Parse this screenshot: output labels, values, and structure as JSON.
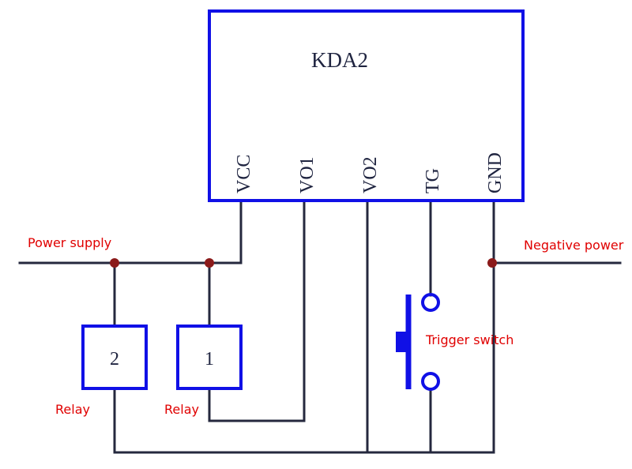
{
  "chip": {
    "name": "KDA2",
    "pins": {
      "vcc": "VCC",
      "vo1": "VO1",
      "vo2": "VO2",
      "tg": "TG",
      "gnd": "GND"
    }
  },
  "labels": {
    "power_supply": "Power supply",
    "negative_power": "Negative power",
    "trigger_switch": "Trigger switch",
    "relay_2": "Relay",
    "relay_1": "Relay"
  },
  "relays": {
    "relay_2_num": "2",
    "relay_1_num": "1"
  },
  "colors": {
    "component": "#1010e6",
    "wire": "#25283e",
    "junction": "#8b1a1a",
    "label": "#e00000"
  }
}
